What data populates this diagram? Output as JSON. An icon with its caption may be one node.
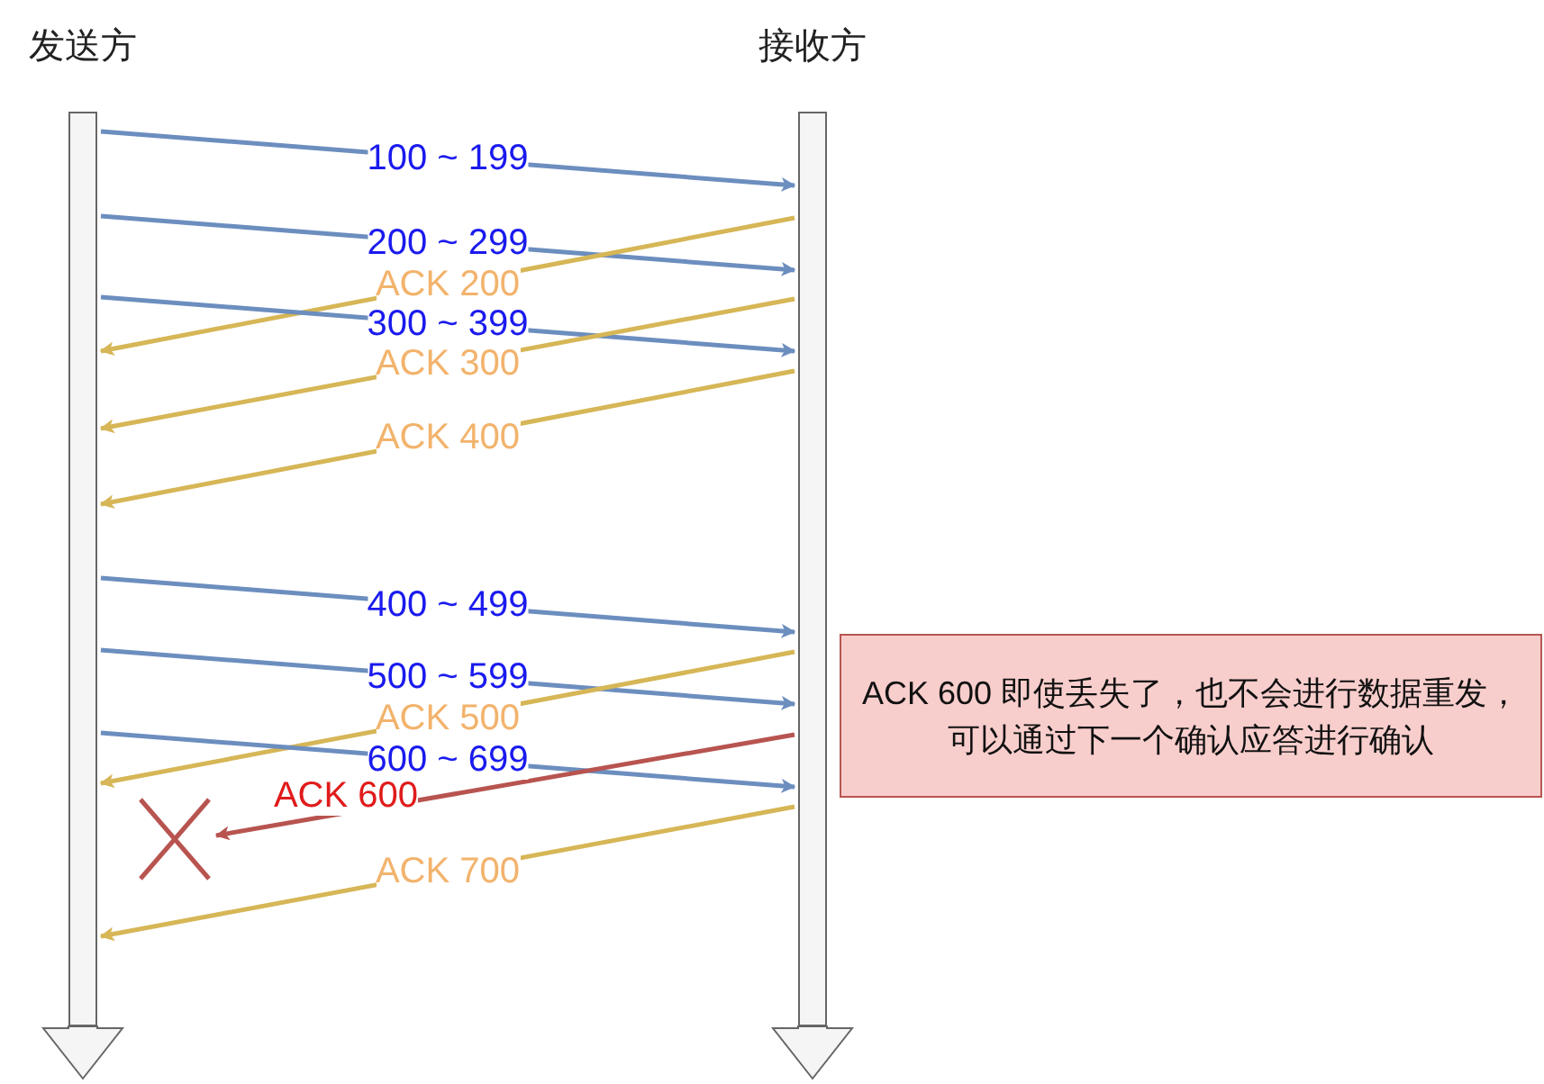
{
  "diagram": {
    "nodes": [
      {
        "text": [
          "发送方"
        ]
      },
      {
        "text": [
          "接收方"
        ]
      },
      {
        "text": [
          "ACK 600 即使丢失了，也不会进行数据重发，可以通过下一个确认应答进行确认"
        ]
      },
      {
        "text": [],
        "shape": "cross"
      }
    ],
    "edges": [
      {
        "from": 0,
        "to": 1,
        "arrow": "to",
        "label": "100 ~ 199"
      },
      {
        "from": 0,
        "to": 1,
        "arrow": "to",
        "label": "200 ~ 299"
      },
      {
        "from": 1,
        "to": 0,
        "arrow": "to",
        "label": "ACK 200",
        "color": "#d6b656"
      },
      {
        "from": 0,
        "to": 1,
        "arrow": "to",
        "label": "300 ~ 399"
      },
      {
        "from": 1,
        "to": 0,
        "arrow": "to",
        "label": "ACK 300",
        "color": "#d6b656"
      },
      {
        "from": 1,
        "to": 0,
        "arrow": "to",
        "label": "ACK 400",
        "color": "#d6b656"
      },
      {
        "from": 0,
        "to": 1,
        "arrow": "to",
        "label": "400 ~ 499"
      },
      {
        "from": 0,
        "to": 1,
        "arrow": "to",
        "label": "500 ~ 599"
      },
      {
        "from": 1,
        "to": 0,
        "arrow": "to",
        "label": "ACK 500",
        "color": "#d6b656"
      },
      {
        "from": 0,
        "to": 1,
        "arrow": "to",
        "label": "600 ~ 699"
      },
      {
        "from": 1,
        "to": 3,
        "arrow": "to",
        "label": "ACK 600",
        "color": "#b85450"
      },
      {
        "from": 1,
        "to": 0,
        "arrow": "to",
        "label": "ACK 700",
        "color": "#d6b656"
      }
    ]
  }
}
